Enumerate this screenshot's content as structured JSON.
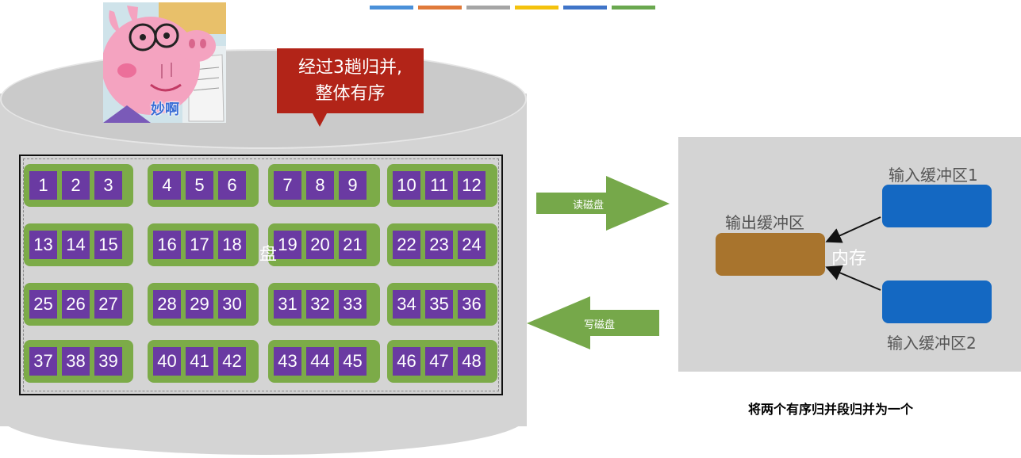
{
  "top_bar_colors": [
    "#4a90d9",
    "#e07a3a",
    "#a5a5a5",
    "#f4c20d",
    "#3f74c8",
    "#6aa84f"
  ],
  "avatar": {
    "caption": "妙啊"
  },
  "callout": {
    "line1": "经过3趟归并,",
    "line2": "整体有序"
  },
  "disk": {
    "label": "盘",
    "rows": [
      [
        [
          1,
          2,
          3
        ],
        [
          4,
          5,
          6
        ],
        [
          7,
          8,
          9
        ],
        [
          10,
          11,
          12
        ]
      ],
      [
        [
          13,
          14,
          15
        ],
        [
          16,
          17,
          18
        ],
        [
          19,
          20,
          21
        ],
        [
          22,
          23,
          24
        ]
      ],
      [
        [
          25,
          26,
          27
        ],
        [
          28,
          29,
          30
        ],
        [
          31,
          32,
          33
        ],
        [
          34,
          35,
          36
        ]
      ],
      [
        [
          37,
          38,
          39
        ],
        [
          40,
          41,
          42
        ],
        [
          43,
          44,
          45
        ],
        [
          46,
          47,
          48
        ]
      ]
    ]
  },
  "arrows": {
    "read": "读磁盘",
    "write": "写磁盘"
  },
  "memory": {
    "title": "内存",
    "output_buffer": "输出缓冲区",
    "input_buffer_1": "输入缓冲区1",
    "input_buffer_2": "输入缓冲区2"
  },
  "caption": "将两个有序归并段归并为一个",
  "colors": {
    "cell": "#6a3aa2",
    "segment": "#7cab48",
    "callout": "#b22418",
    "arrow": "#76a84a",
    "input_buffer": "#1468c2",
    "output_buffer": "#a8742d"
  }
}
